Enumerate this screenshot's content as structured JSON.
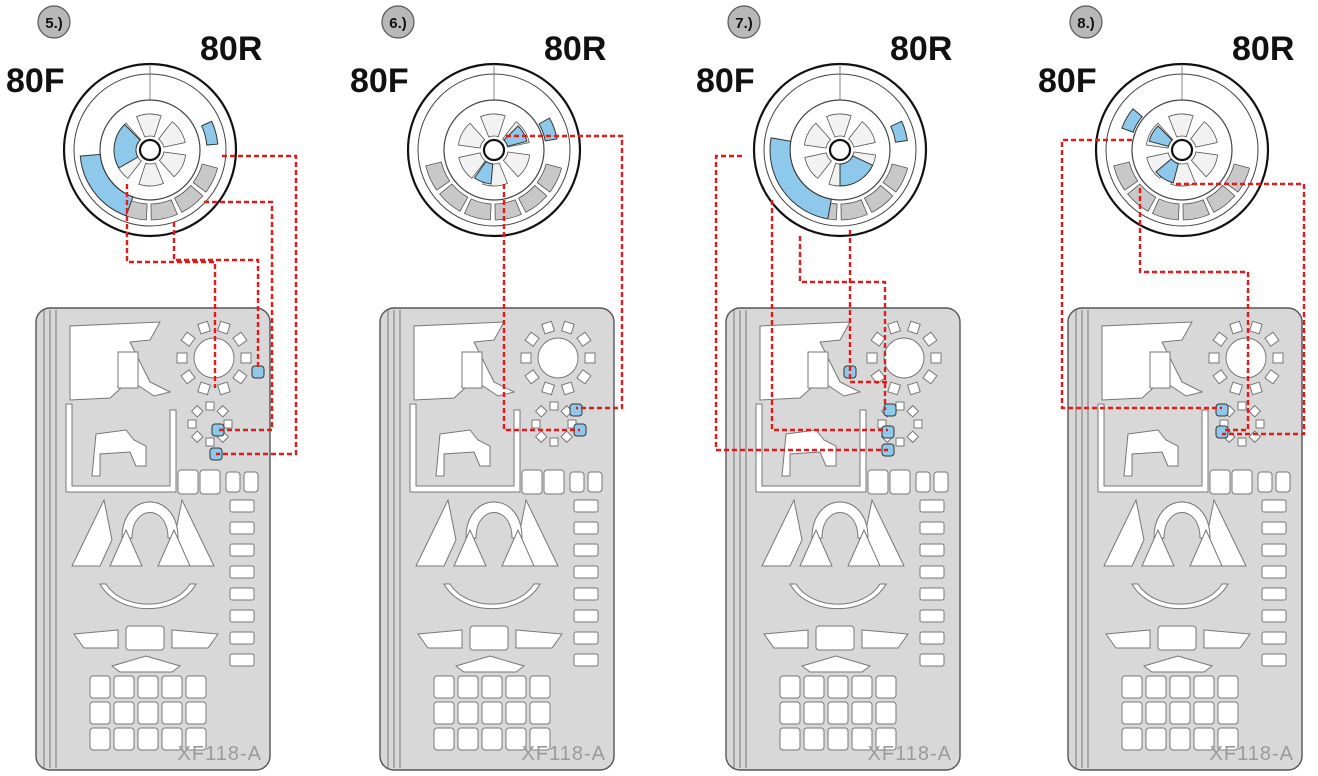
{
  "sheet_code": "XF118-A",
  "leader_color": "#e01b1b",
  "highlight_color": "#8ec8ea",
  "sheet_color": "#d8d8d8",
  "steps": [
    {
      "number": "5.)",
      "label_rear": "80R",
      "label_front": "80F"
    },
    {
      "number": "6.)",
      "label_rear": "80R",
      "label_front": "80F"
    },
    {
      "number": "7.)",
      "label_rear": "80R",
      "label_front": "80F"
    },
    {
      "number": "8.)",
      "label_rear": "80R",
      "label_front": "80F"
    }
  ]
}
